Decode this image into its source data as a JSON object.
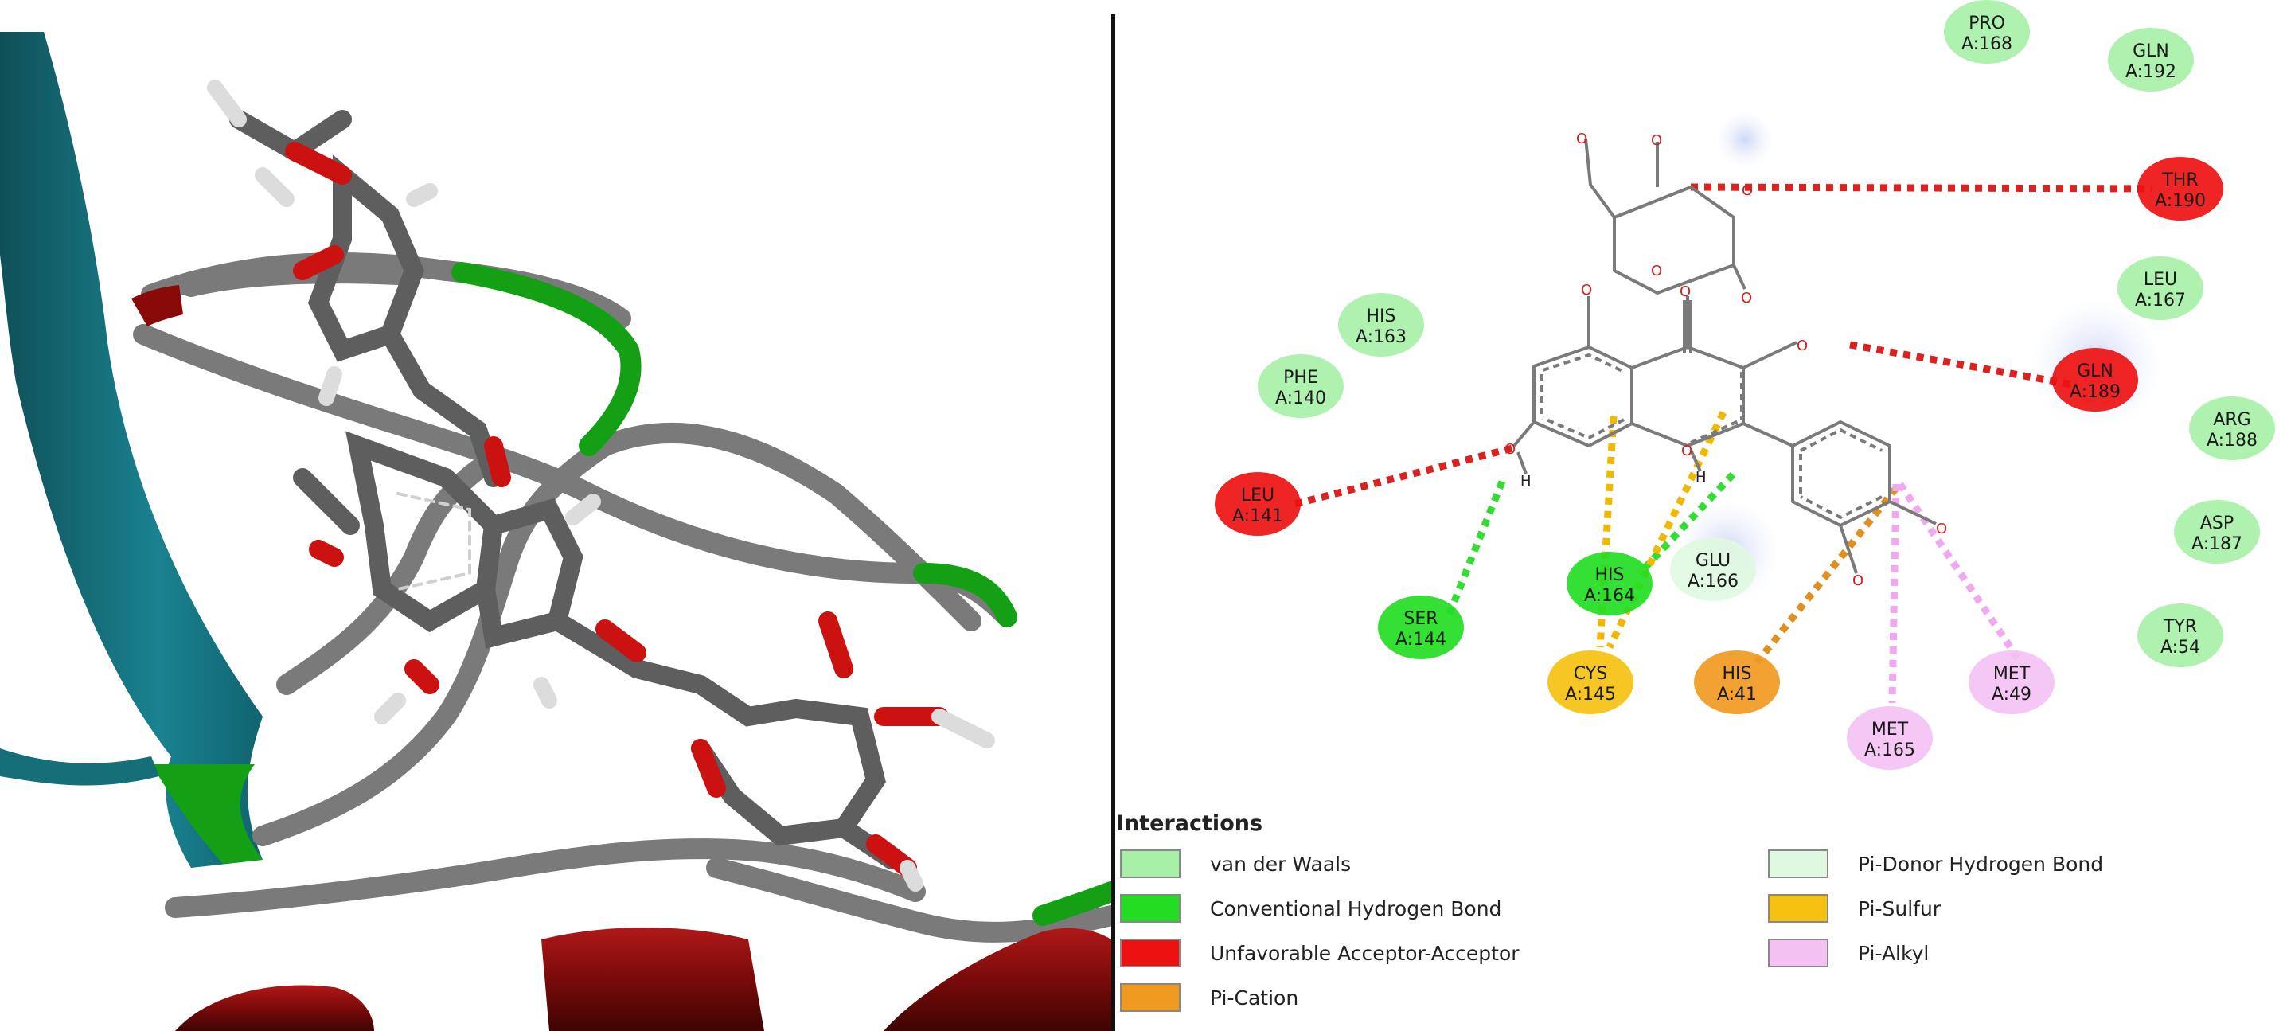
{
  "residues": [
    {
      "id": "pro168",
      "name": "PRO",
      "num": "A:168",
      "type": "vdw"
    },
    {
      "id": "gln192",
      "name": "GLN",
      "num": "A:192",
      "type": "vdw"
    },
    {
      "id": "thr190",
      "name": "THR",
      "num": "A:190",
      "type": "unfav"
    },
    {
      "id": "leu167",
      "name": "LEU",
      "num": "A:167",
      "type": "vdw"
    },
    {
      "id": "his163",
      "name": "HIS",
      "num": "A:163",
      "type": "vdw"
    },
    {
      "id": "gln189",
      "name": "GLN",
      "num": "A:189",
      "type": "unfav"
    },
    {
      "id": "phe140",
      "name": "PHE",
      "num": "A:140",
      "type": "vdw"
    },
    {
      "id": "arg188",
      "name": "ARG",
      "num": "A:188",
      "type": "vdw"
    },
    {
      "id": "leu141",
      "name": "LEU",
      "num": "A:141",
      "type": "unfav"
    },
    {
      "id": "asp187",
      "name": "ASP",
      "num": "A:187",
      "type": "vdw"
    },
    {
      "id": "his164",
      "name": "HIS",
      "num": "A:164",
      "type": "hbond"
    },
    {
      "id": "glu166",
      "name": "GLU",
      "num": "A:166",
      "type": "pidonor"
    },
    {
      "id": "ser144",
      "name": "SER",
      "num": "A:144",
      "type": "hbond"
    },
    {
      "id": "tyr54",
      "name": "TYR",
      "num": "A:54",
      "type": "vdw"
    },
    {
      "id": "cys145",
      "name": "CYS",
      "num": "A:145",
      "type": "pisulfur"
    },
    {
      "id": "his41",
      "name": "HIS",
      "num": "A:41",
      "type": "pication"
    },
    {
      "id": "met49",
      "name": "MET",
      "num": "A:49",
      "type": "pialkyl"
    },
    {
      "id": "met165",
      "name": "MET",
      "num": "A:165",
      "type": "pialkyl"
    }
  ],
  "atom_labels": {
    "oxygen": "O",
    "hydrogen": "H"
  },
  "legend": {
    "title": "Interactions",
    "items": [
      {
        "key": "vdw",
        "label": "van der Waals",
        "color": "#a8f0a8"
      },
      {
        "key": "hbond",
        "label": "Conventional Hydrogen Bond",
        "color": "#22dd22"
      },
      {
        "key": "unfav",
        "label": "Unfavorable Acceptor-Acceptor",
        "color": "#ee1111"
      },
      {
        "key": "pication",
        "label": "Pi-Cation",
        "color": "#f09a22"
      },
      {
        "key": "pidonor",
        "label": "Pi-Donor Hydrogen Bond",
        "color": "#dff8e0"
      },
      {
        "key": "pisulfur",
        "label": "Pi-Sulfur",
        "color": "#f5c211"
      },
      {
        "key": "pialkyl",
        "label": "Pi-Alkyl",
        "color": "#f3c2f3"
      }
    ]
  },
  "colors": {
    "helix": "#7a0a0a",
    "strand": "#156e78",
    "coil": "#808080",
    "coil_green": "#10a010",
    "carbon": "#5e5e5e",
    "oxygen": "#cc1111",
    "hydrogen": "#dcdcdc",
    "bond2d": "#777777",
    "oxygen2d": "#cc2222"
  }
}
